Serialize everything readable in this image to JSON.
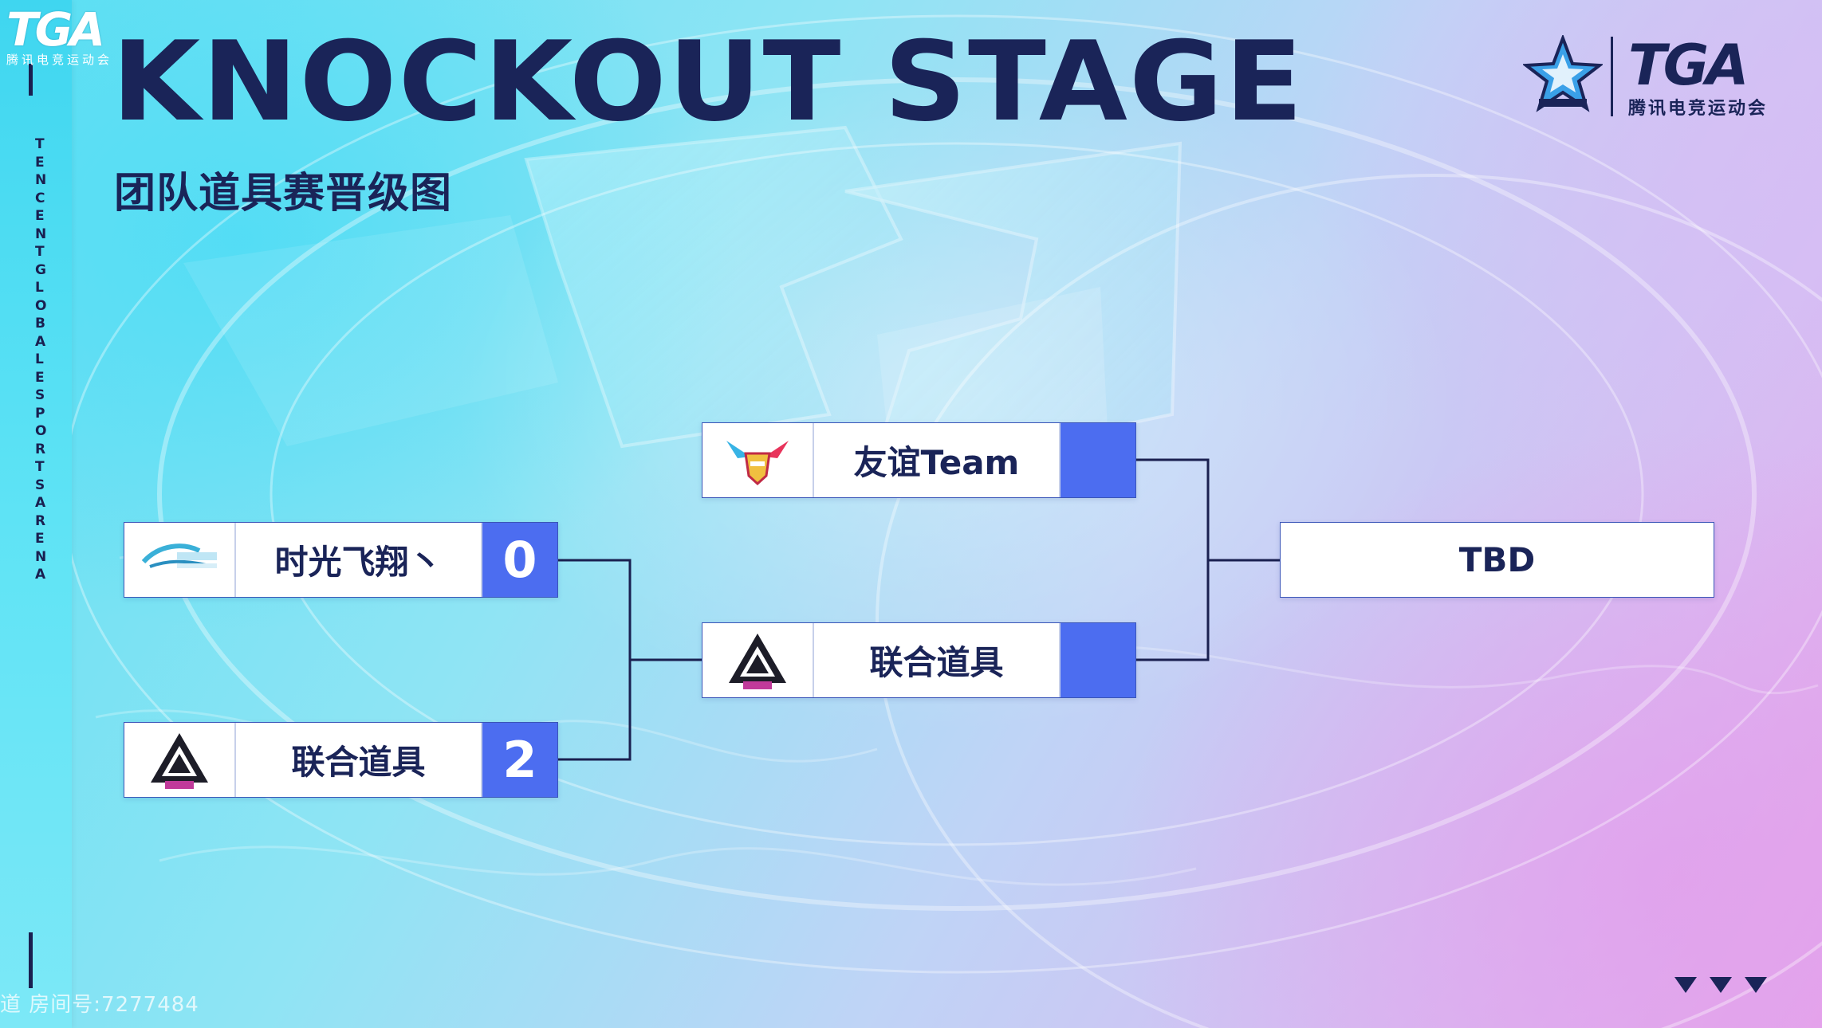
{
  "header": {
    "title": "KNOCKOUT STAGE",
    "subtitle": "团队道具赛晋级图"
  },
  "brand": {
    "top_left_logo": "TGA",
    "top_left_logo_sub": "腾讯电竞运动会",
    "top_right_logo": "TGA",
    "top_right_logo_sub": "腾讯电竞运动会",
    "side_text": "TENCENT GLOBAL ESPORTS ARENA"
  },
  "bracket": {
    "round1": [
      {
        "team": "时光飞翔丶",
        "score": "0",
        "logo_icon": "shiguang-team-logo"
      },
      {
        "team": "联合道具",
        "score": "2",
        "logo_icon": "lianhe-team-logo"
      }
    ],
    "round2": [
      {
        "team": "友谊Team",
        "score": "",
        "logo_icon": "youyi-team-logo"
      },
      {
        "team": "联合道具",
        "score": "",
        "logo_icon": "lianhe-team-logo"
      }
    ],
    "final": {
      "team": "TBD"
    }
  },
  "footer": {
    "room_text": "道 房间号:7277484"
  },
  "colors": {
    "navy": "#1a2458",
    "score_blue": "#4c6df0",
    "connector": "#1a2050"
  }
}
